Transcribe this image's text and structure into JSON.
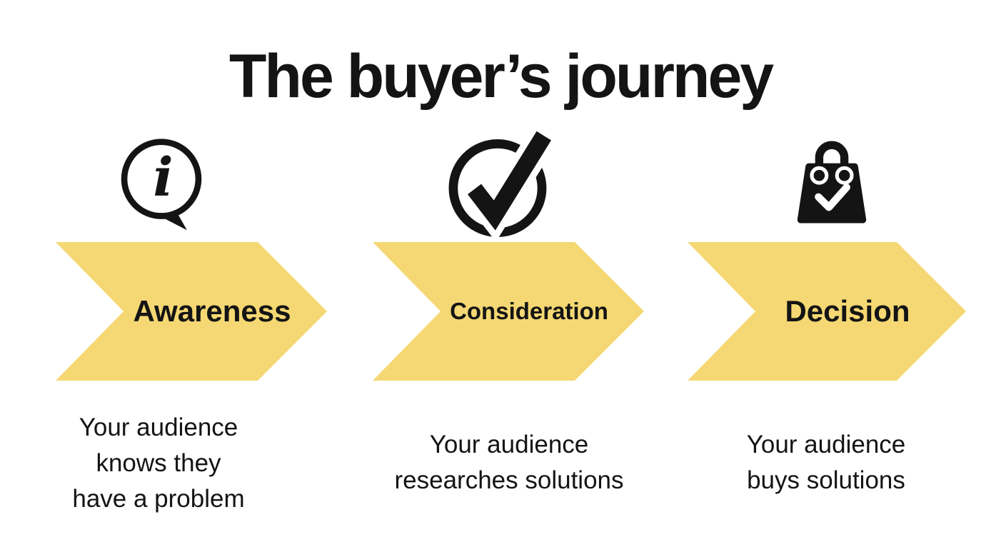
{
  "title": "The buyer’s journey",
  "colors": {
    "arrow_fill": "#F5D873",
    "text": "#141414",
    "background": "#FFFFFF"
  },
  "stages": [
    {
      "label": "Awareness",
      "icon": "info-speech-bubble-icon",
      "desc_lines": [
        "Your audience",
        "knows they",
        "have a problem"
      ]
    },
    {
      "label": "Consideration",
      "icon": "check-circle-icon",
      "desc_lines": [
        "Your audience",
        "researches solutions"
      ]
    },
    {
      "label": "Decision",
      "icon": "shopping-bag-check-icon",
      "desc_lines": [
        "Your audience",
        "buys solutions"
      ]
    }
  ]
}
